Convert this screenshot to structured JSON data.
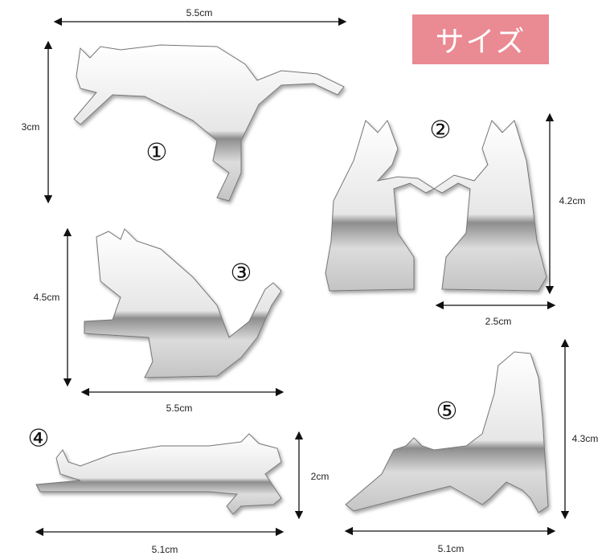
{
  "title": "サイズ",
  "colors": {
    "badge": "#ea8a93",
    "silver_light": "#f4f4f4",
    "silver_dark": "#8a8a8a"
  },
  "items": [
    {
      "number": "①",
      "width_label": "5.5cm",
      "height_label": "3cm"
    },
    {
      "number": "②",
      "width_label": "2.5cm",
      "height_label": "4.2cm"
    },
    {
      "number": "③",
      "width_label": "5.5cm",
      "height_label": "4.5cm"
    },
    {
      "number": "④",
      "width_label": "5.1cm",
      "height_label": "2cm"
    },
    {
      "number": "⑤",
      "width_label": "5.1cm",
      "height_label": "4.3cm"
    }
  ]
}
